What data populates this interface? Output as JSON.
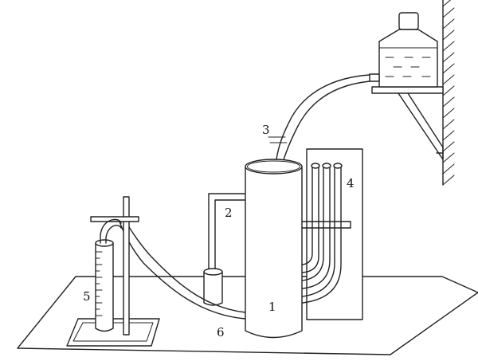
{
  "labels": {
    "l1": "1",
    "l2": "2",
    "l3": "3",
    "l4": "4",
    "l5": "5",
    "l6": "6"
  },
  "colors": {
    "stroke": "#222222",
    "background": "#ffffff"
  }
}
